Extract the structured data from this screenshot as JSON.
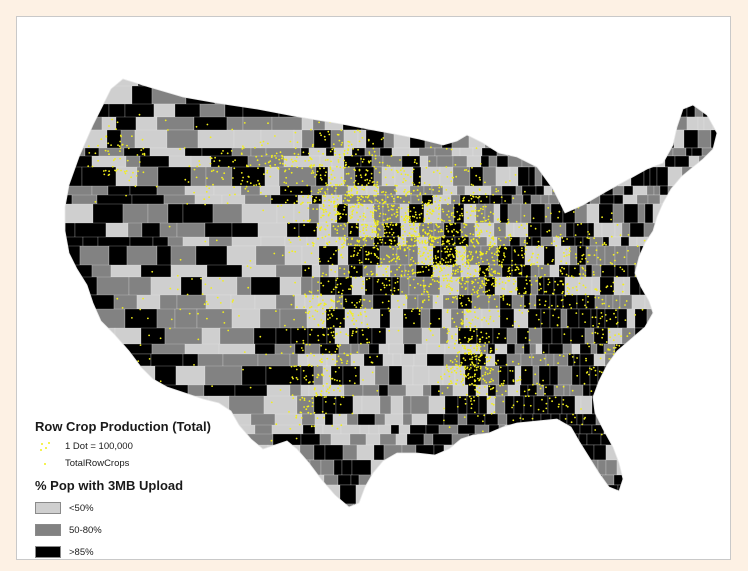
{
  "legend": {
    "dots_title": "Row Crop Production (Total)",
    "dot_value": "1 Dot = 100,000",
    "dot_series": "TotalRowCrops",
    "upload_title": "% Pop with 3MB Upload",
    "classes": [
      {
        "label": "<50%",
        "color": "#cfcfcf"
      },
      {
        "label": "50-80%",
        "color": "#828282"
      },
      {
        "label": ">85%",
        "color": "#000000"
      }
    ]
  },
  "colors": {
    "dot": "#f2ef1c",
    "outline": "#e8e8e8",
    "frame_bg": "#ffffff",
    "page_bg": "#fdf1e4"
  }
}
